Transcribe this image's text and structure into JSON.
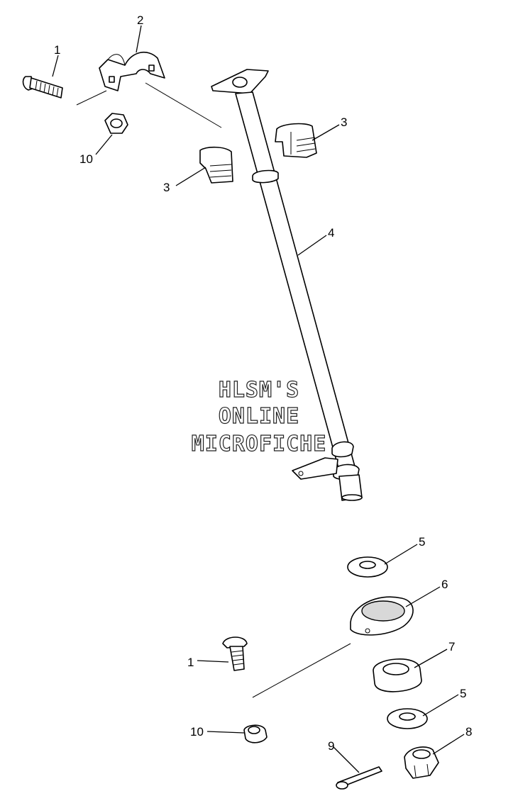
{
  "callouts": {
    "c1a": "1",
    "c2": "2",
    "c10a": "10",
    "c3a": "3",
    "c3b": "3",
    "c4": "4",
    "c5a": "5",
    "c6": "6",
    "c1b": "1",
    "c7": "7",
    "c5b": "5",
    "c10b": "10",
    "c9": "9",
    "c8": "8"
  },
  "watermark": {
    "line1": "HLSM'S",
    "line2": "ONLINE",
    "line3": "MICROFICHE"
  }
}
